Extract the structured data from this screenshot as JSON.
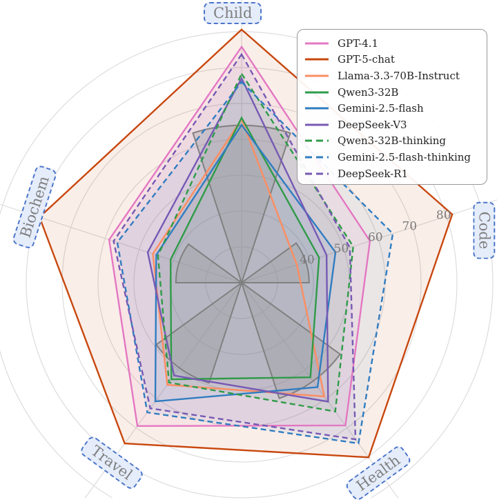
{
  "chart_data": {
    "type": "radar",
    "axes": [
      "Child",
      "Code",
      "Health",
      "Travel",
      "Biochem"
    ],
    "radial_range": [
      20,
      95
    ],
    "radial_ticks": [
      40,
      50,
      60,
      70,
      80
    ],
    "grid": true,
    "legend_position": "top-right",
    "series": [
      {
        "name": "GPT-4.1",
        "color": "#e377c2",
        "dash": false,
        "values": [
          85.8,
          57.6,
          69.2,
          69.4,
          58.8
        ]
      },
      {
        "name": "GPT-5-chat",
        "color": "#c8470e",
        "dash": false,
        "values": [
          90.6,
          81.7,
          80.2,
          75.4,
          79.2
        ]
      },
      {
        "name": "Llama-3.3-70B-Instruct",
        "color": "#fc8d62",
        "dash": false,
        "values": [
          65.6,
          36.2,
          59.2,
          55.2,
          46.0
        ]
      },
      {
        "name": "Qwen3-32B",
        "color": "#2e9b48",
        "dash": false,
        "values": [
          66.0,
          42.7,
          52.6,
          53.3,
          40.8
        ]
      },
      {
        "name": "Gemini-2.5-flash",
        "color": "#2f7cc0",
        "dash": false,
        "values": [
          64.0,
          47.5,
          56.0,
          60.9,
          45.0
        ]
      },
      {
        "name": "DeepSeek-V3",
        "color": "#7659b4",
        "dash": false,
        "values": [
          77.0,
          44.9,
          61.0,
          52.0,
          47.5
        ]
      },
      {
        "name": "Qwen3-32B-thinking",
        "color": "#2e9b48",
        "dash": true,
        "values": [
          78.3,
          52.7,
          64.4,
          54.4,
          44.5
        ]
      },
      {
        "name": "Gemini-2.5-flash-thinking",
        "color": "#2f7cc0",
        "dash": true,
        "values": [
          76.0,
          64.3,
          75.4,
          64.7,
          56.4
        ]
      },
      {
        "name": "DeepSeek-R1",
        "color": "#7659b4",
        "dash": true,
        "values": [
          83.7,
          51.7,
          74.0,
          63.3,
          57.5
        ]
      }
    ],
    "background_bars": {
      "color": "#9a9a9a",
      "values": [
        63.9,
        38.8,
        53.9,
        49.4,
        38.3
      ]
    }
  }
}
